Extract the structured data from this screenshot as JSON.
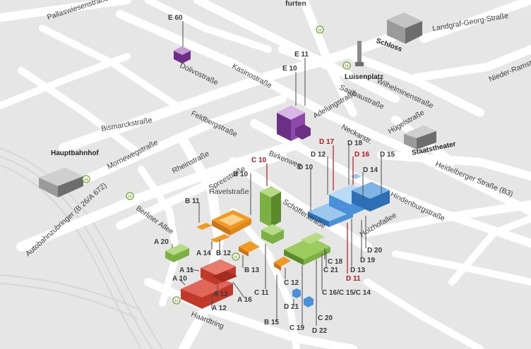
{
  "streets": {
    "pallaswiesen": "Pallaswiesenstraße",
    "landgraf": "Landgraf-Georg-Straße",
    "nieder_ramstaedter": "Nieder-Ramstä",
    "dolivo": "Dolivostraße",
    "kasino": "Kasinostraße",
    "saalbau": "Saalbaustraße",
    "wilhelminen": "Wilhelminenstraße",
    "bismarck": "Bismarckstraße",
    "feldberg": "Feldbergstraße",
    "adelung": "Adelungstraße",
    "neckar": "Neckarstr.",
    "huegel": "Hügelstraße",
    "mornewege": "Mornewegstraße",
    "rhein": "Rheinstraße",
    "birkenweg": "Birkenweg",
    "spree": "Spreestraße",
    "havel": "Havelstraße",
    "berliner": "Berliner Allee",
    "schoeffer": "Schöfferstraße",
    "hindenburg": "Hindenburgstraße",
    "heidelberger": "Heidelberger Straße (B3)",
    "holzhof": "Holzhofallee",
    "autobahn": "Autobahnzubringer (B 26/A 672)",
    "haardt": "Haardtring",
    "top_partial": "furten"
  },
  "landmarks": {
    "schloss": "Schloss",
    "luisenplatz": "Luisenplatz",
    "hauptbahnhof": "Hauptbahnhof",
    "staatstheater": "Staatstheater"
  },
  "stop_symbol": "H",
  "buildings": {
    "e60": "E 60",
    "e11": "E 11",
    "e10": "E 10",
    "c10": "C 10",
    "b10": "B 10",
    "b11": "B 11",
    "a20": "A 20",
    "a14": "A 14",
    "b12": "B 12",
    "a11": "A 11",
    "a10": "A 10",
    "a13": "A 13",
    "a12": "A 12",
    "a16": "A 16",
    "b13": "B 13",
    "c11": "C 11",
    "c12": "C 12",
    "b15": "B 15",
    "d21": "D 21",
    "c19": "C 19",
    "d22": "D 22",
    "c20": "C 20",
    "c16": "C 16/C 15/C 14",
    "c18": "C 18",
    "c21": "C 21",
    "d13": "D 13",
    "d11": "D 11",
    "d19": "D 19",
    "d20": "D 20",
    "d10": "D 10",
    "d12": "D 12",
    "d17": "D 17",
    "d18": "D 18",
    "d16": "D 16",
    "d15": "D 15",
    "d14": "D 14"
  },
  "colors": {
    "background": "#e6e6e6",
    "road": "#ffffff",
    "rail": "#d9d9d9",
    "leader": "#4a4a4a",
    "leader_highlight": "#b3171d",
    "purple_campus": "#6b2f86",
    "green_campus": "#7db043",
    "orange_campus": "#f19a1f",
    "red_campus": "#c0392b",
    "blue_campus": "#4a90d9",
    "landmark_grey": "#8a8a8a"
  }
}
